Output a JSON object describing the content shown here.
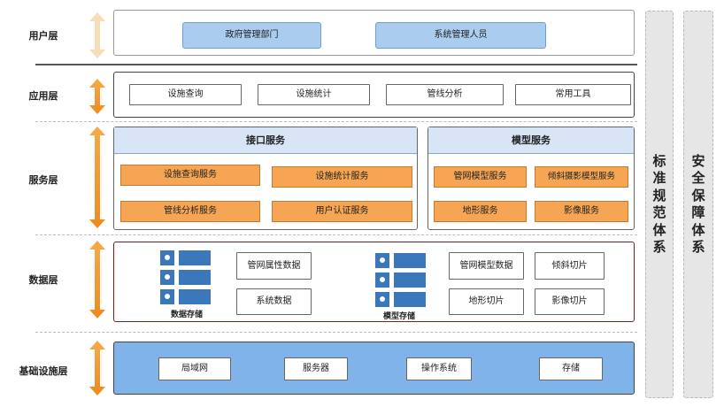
{
  "layers": {
    "user": "用户层",
    "app": "应用层",
    "service": "服务层",
    "data": "数据层",
    "infra": "基础设施层"
  },
  "user_layer": {
    "items": [
      "政府管理部门",
      "系统管理人员"
    ]
  },
  "app_layer": {
    "items": [
      "设施查询",
      "设施统计",
      "管线分析",
      "常用工具"
    ]
  },
  "service_layer": {
    "interface": {
      "title": "接口服务",
      "items": [
        "设施查询服务",
        "设施统计服务",
        "管线分析服务",
        "用户认证服务"
      ]
    },
    "model": {
      "title": "模型服务",
      "items": [
        "管网模型服务",
        "倾斜摄影模型服务",
        "地形服务",
        "影像服务"
      ]
    }
  },
  "data_layer": {
    "data_storage": {
      "caption": "数据存储",
      "items": [
        "管网属性数据",
        "系统数据"
      ]
    },
    "model_storage": {
      "caption": "模型存储",
      "items": [
        "管网模型数据",
        "倾斜切片",
        "地形切片",
        "影像切片"
      ]
    }
  },
  "infra_layer": {
    "items": [
      "局域网",
      "服务器",
      "操作系统",
      "存储"
    ]
  },
  "side_panels": {
    "standard": [
      "标",
      "准",
      "规",
      "范",
      "体",
      "系"
    ],
    "security": [
      "安",
      "全",
      "保",
      "障",
      "体",
      "系"
    ]
  },
  "colors": {
    "arrow": "#f7a94a",
    "orange_box": "#f5a553",
    "blue_box": "#a9ccef",
    "header": "#d7e5f6",
    "infra_bg": "#7fb3ea",
    "storage_icon": "#3b78bb",
    "data_panel_border": "#7a1f1f"
  }
}
